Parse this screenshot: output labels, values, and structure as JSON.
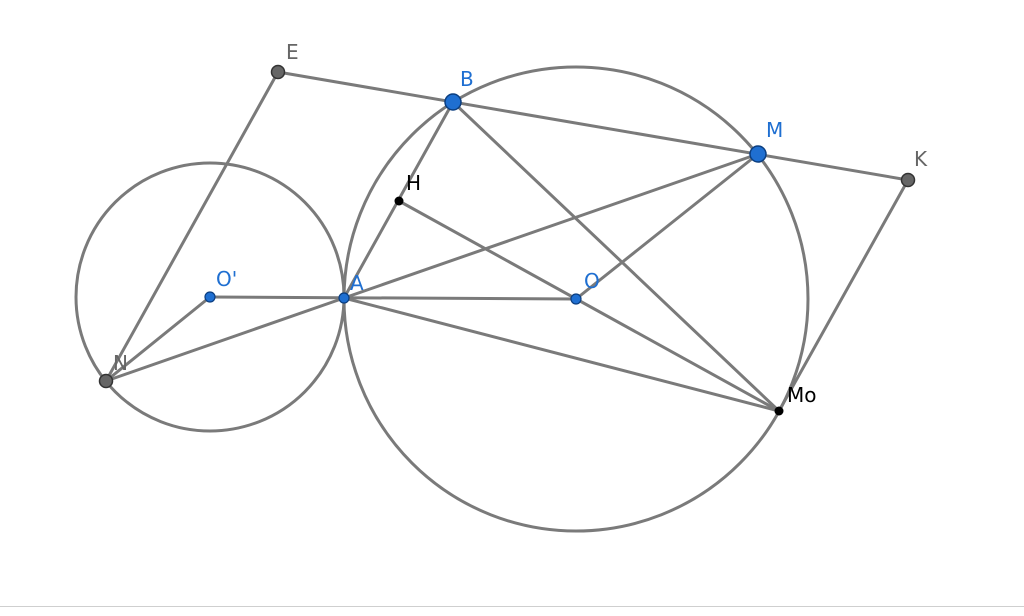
{
  "colors": {
    "stroke": "#7a7a7a",
    "blue_point": "#1f6fd1",
    "gray_point": "#666666",
    "black_point": "#000000",
    "blue_label": "#1f6fd1",
    "gray_label": "#666666",
    "black_label": "#000000"
  },
  "points": {
    "E": {
      "label": "E"
    },
    "B": {
      "label": "B"
    },
    "M": {
      "label": "M"
    },
    "K": {
      "label": "K"
    },
    "H": {
      "label": "H"
    },
    "Op": {
      "label": "O'"
    },
    "A": {
      "label": "A"
    },
    "O": {
      "label": "O"
    },
    "N": {
      "label": "N"
    },
    "Mo": {
      "label": "Mo"
    }
  }
}
